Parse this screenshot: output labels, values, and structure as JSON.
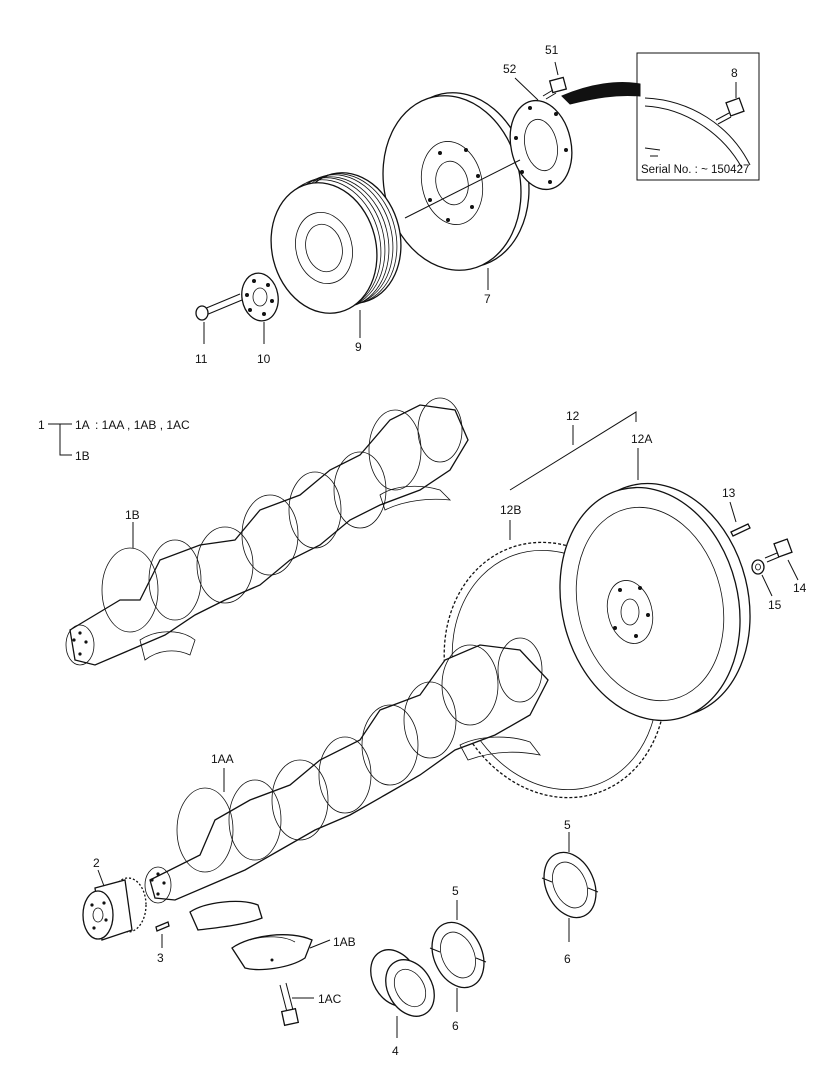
{
  "callouts": {
    "c51": "51",
    "c52": "52",
    "c8": "8",
    "serial": "Serial No. : ~ 150427",
    "c7": "7",
    "c9": "9",
    "c10": "10",
    "c11": "11",
    "c1": "1",
    "c1A": "1A",
    "c1A_items": ": 1AA , 1AB , 1AC",
    "c1B_top": "1B",
    "c1B": "1B",
    "c12": "12",
    "c12A": "12A",
    "c12B": "12B",
    "c13": "13",
    "c14": "14",
    "c15": "15",
    "c1AA": "1AA",
    "c2": "2",
    "c3": "3",
    "c1AB": "1AB",
    "c1AC": "1AC",
    "c4": "4",
    "c5a": "5",
    "c6a": "6",
    "c5b": "5",
    "c6b": "6"
  }
}
